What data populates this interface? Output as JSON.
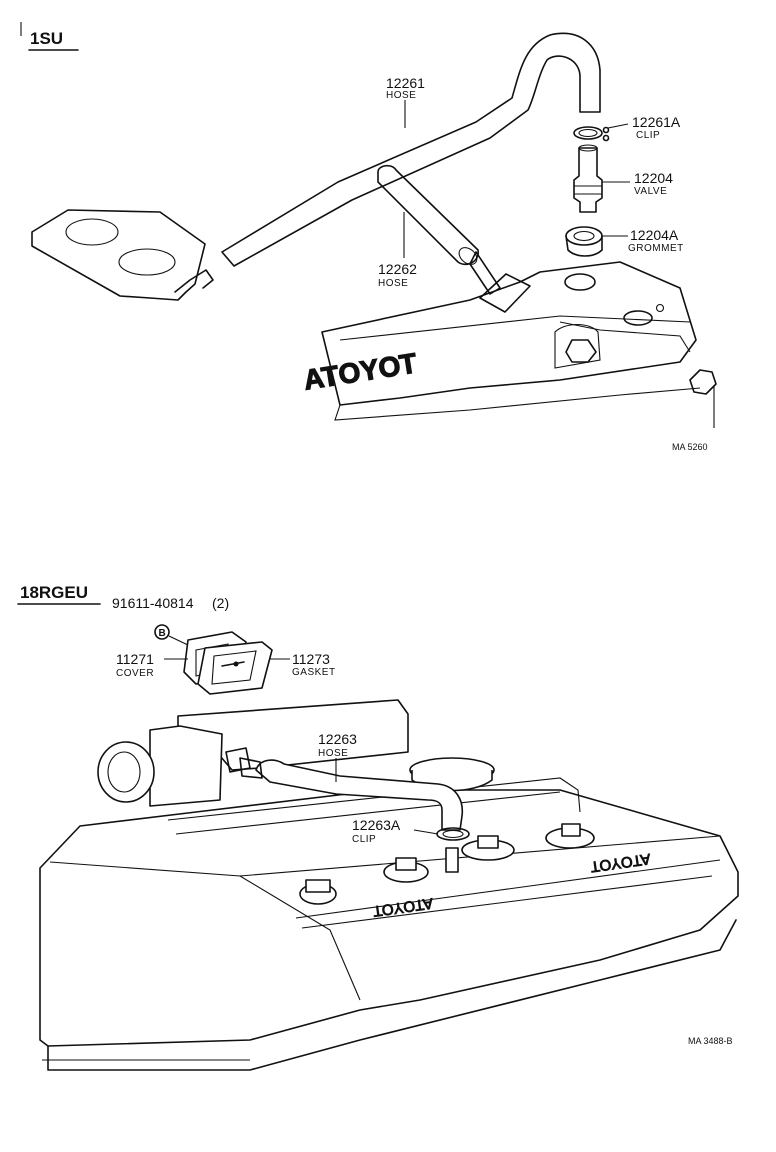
{
  "sections": {
    "su": {
      "title": "1SU",
      "ref": "MA 5260",
      "brand": "TOYOTA",
      "parts": {
        "hose_12261": {
          "number": "12261",
          "name": "HOSE"
        },
        "clip_12261a": {
          "number": "12261A",
          "name": "CLIP"
        },
        "valve_12204": {
          "number": "12204",
          "name": "VALVE"
        },
        "grommet_12204a": {
          "number": "12204A",
          "name": "GROMMET"
        },
        "hose_12262": {
          "number": "12262",
          "name": "HOSE"
        }
      }
    },
    "rgeu": {
      "title": "18RGEU",
      "ref": "MA 3488-B",
      "brand": "TOYOTA",
      "bolt_symbol": "B",
      "parts": {
        "bolt_91611": {
          "number": "91611-40814",
          "qty": "(2)"
        },
        "cover_11271": {
          "number": "11271",
          "name": "COVER"
        },
        "gasket_11273": {
          "number": "11273",
          "name": "GASKET"
        },
        "hose_12263": {
          "number": "12263",
          "name": "HOSE"
        },
        "clip_12263a": {
          "number": "12263A",
          "name": "CLIP"
        }
      }
    }
  }
}
